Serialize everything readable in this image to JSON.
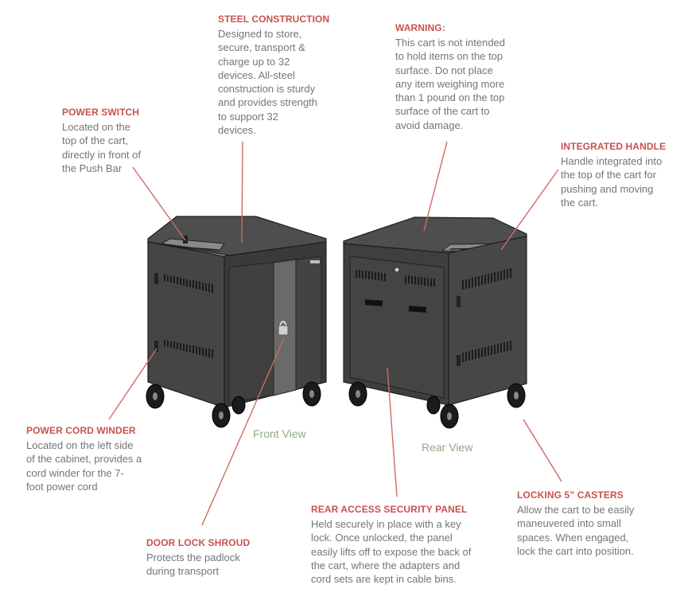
{
  "callouts": {
    "steel": {
      "title": "STEEL CONSTRUCTION",
      "lines": [
        "Designed to store,",
        "secure, transport &",
        "charge up to 32",
        "devices. All-steel",
        "construction is sturdy",
        "and provides strength",
        "to support 32",
        "devices."
      ]
    },
    "warning": {
      "title": "WARNING:",
      "lines": [
        "This cart is not intended",
        "to hold items on the top",
        "surface.  Do not place",
        "any item weighing more",
        "than 1 pound on the top",
        "surface of the cart to",
        "avoid damage."
      ]
    },
    "power_switch": {
      "title": "POWER SWITCH",
      "lines": [
        "Located on the",
        "top of the cart,",
        "directly in front of",
        "the Push Bar"
      ]
    },
    "handle": {
      "title": "INTEGRATED HANDLE",
      "lines": [
        "Handle integrated into",
        "the top of the cart for",
        "pushing and moving",
        "the cart."
      ]
    },
    "cord_winder": {
      "title": "POWER CORD WINDER",
      "lines": [
        "Located on the left side",
        "of the cabinet, provides a",
        "cord winder for the 7-",
        "foot power cord"
      ]
    },
    "rear_panel": {
      "title": "REAR ACCESS SECURITY PANEL",
      "lines": [
        "Held securely in place with a key",
        "lock. Once unlocked, the panel",
        "easily lifts off to expose the back of",
        "the cart, where the adapters and",
        "cord sets are kept in cable bins."
      ]
    },
    "door_lock": {
      "title": "DOOR LOCK SHROUD",
      "lines": [
        "Protects the padlock",
        "during transport"
      ]
    },
    "casters": {
      "title": "LOCKING 5” CASTERS",
      "lines": [
        "Allow the cart to be easily",
        "maneuvered into small",
        "spaces.  When engaged,",
        "lock the cart into position."
      ]
    }
  },
  "views": {
    "front": "Front View",
    "rear": "Rear View"
  },
  "colors": {
    "title_red": "#c8524f",
    "body_gray": "#757575",
    "view_green": "#8fa884",
    "leader_line": "#d06a66"
  }
}
